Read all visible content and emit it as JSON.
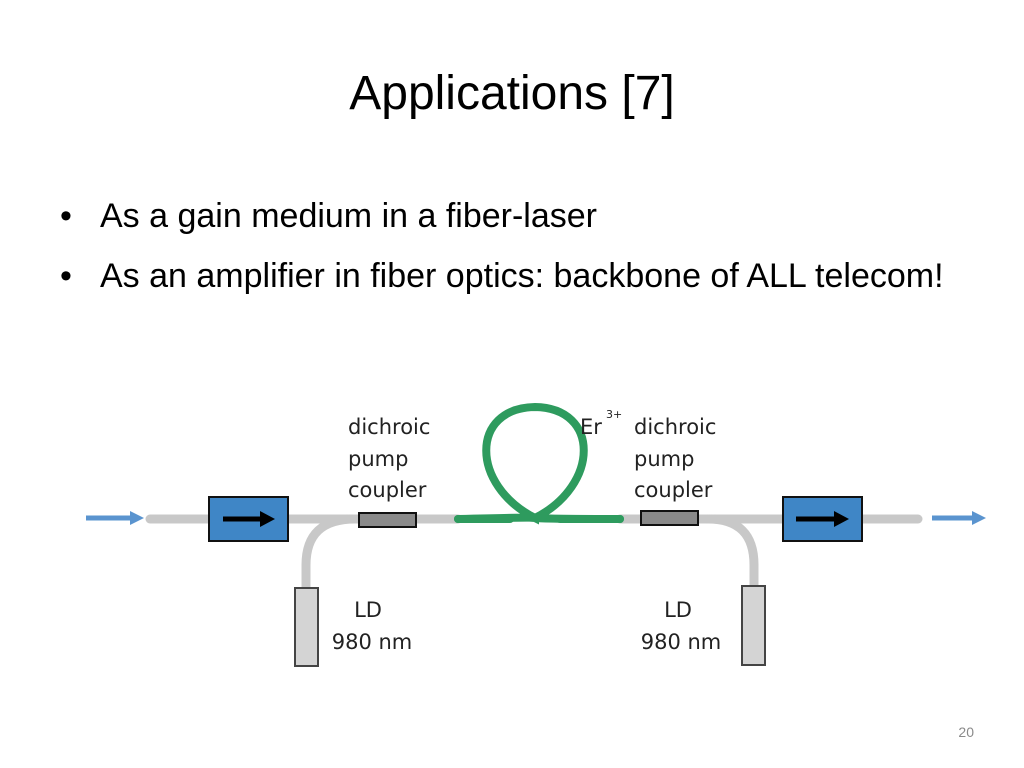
{
  "slide": {
    "title": "Applications [7]",
    "bullets": [
      "As a gain medium in a fiber-laser",
      "As an amplifier in fiber optics: backbone of ALL telecom!"
    ],
    "bullet_glyph": "•",
    "number": "20"
  },
  "diagram": {
    "left_coupler_label": [
      "dichroic",
      "pump",
      "coupler"
    ],
    "right_coupler_label": [
      "dichroic",
      "pump",
      "coupler"
    ],
    "fiber_label": "Er",
    "fiber_label_sup": "3+",
    "left_ld_label": [
      "LD",
      "980 nm"
    ],
    "right_ld_label": [
      "LD",
      "980 nm"
    ],
    "colors": {
      "fiber": "#c8c8c8",
      "doped_fiber": "#2e9b5e",
      "isolator": "#3f86c6",
      "signal_arrow": "#5a94cf",
      "coupler": "#8a8a8a",
      "laser_diode": "#d4d4d4"
    },
    "icons": [
      "signal-in-arrow-icon",
      "isolator-arrow-icon",
      "signal-out-arrow-icon"
    ]
  }
}
